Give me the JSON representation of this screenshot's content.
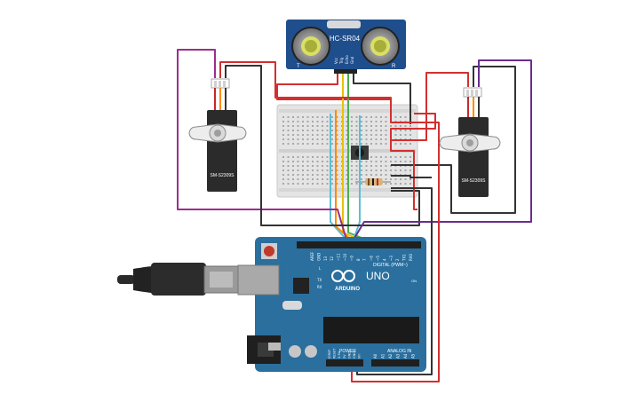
{
  "sensor": {
    "label": "HC-SR04",
    "pins": [
      "Vcc",
      "Trig",
      "Echo",
      "Gnd"
    ],
    "side_left": "T",
    "side_right": "R"
  },
  "servo_left": {
    "label": "SM-S2309S"
  },
  "servo_right": {
    "label": "SM-S2309S"
  },
  "arduino": {
    "brand": "ARDUINO",
    "model": "UNO",
    "digital_label": "DIGITAL (PWM~)",
    "digital_pins": [
      "AREF",
      "GND",
      "13",
      "12",
      "~11",
      "~10",
      "~9",
      "8",
      "7",
      "~6",
      "~5",
      "4",
      "~3",
      "2",
      "TX1",
      "RX0"
    ],
    "leds": [
      "L",
      "TX",
      "RX"
    ],
    "on_label": "ON",
    "power_label": "POWER",
    "power_pins": [
      "IOREF",
      "RESET",
      "3.3V",
      "5V",
      "GND",
      "GND",
      "Vin"
    ],
    "analog_label": "ANALOG IN",
    "analog_pins": [
      "A0",
      "A1",
      "A2",
      "A3",
      "A4",
      "A5"
    ]
  },
  "colors": {
    "wire_red": "#d32f2f",
    "wire_black": "#333333",
    "wire_purple": "#9c2d8f",
    "wire_dark_purple": "#6a2d8f",
    "wire_yellow": "#e6c200",
    "wire_green": "#4caf50",
    "wire_cyan": "#5bbfd6",
    "wire_orange": "#ff8a00",
    "board_blue": "#2a6f9e",
    "sensor_blue": "#1f4e8c"
  }
}
